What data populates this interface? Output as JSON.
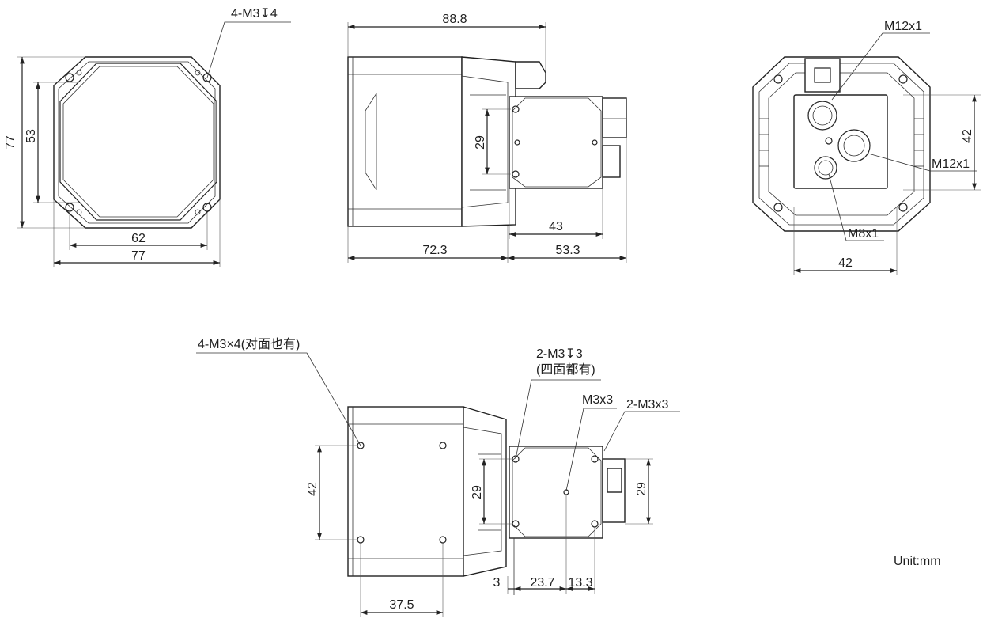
{
  "dimensions": {
    "front_overall_height": "77",
    "front_window_height": "53",
    "front_hole_spacing": "62",
    "front_overall_width": "77",
    "front_holes": "4-M3↧4",
    "side_overall_length": "88.8",
    "side_connector_spacing": "29",
    "side_block_length": "43",
    "side_body_length": "72.3",
    "side_rear_length": "53.3",
    "rear_hole_spacing_vertical": "42",
    "rear_hole_spacing_horizontal": "42",
    "bottom_hole_spacing_vertical": "42",
    "bottom_hole_spacing_horizontal": "37.5",
    "bottom_block_spacing": "29",
    "bottom_connector_spacing": "29",
    "bottom_offset_3": "3",
    "bottom_offset_23_7": "23.7",
    "bottom_offset_13_3": "13.3"
  },
  "callouts": {
    "rear_top_connector": "M12x1",
    "rear_right_connector": "M12x1",
    "rear_bottom_connector": "M8x1",
    "bottom_body_holes": "4-M3×4(对面也有)",
    "bottom_block_holes_line1": "2-M3↧3",
    "bottom_block_holes_line2": "(四面都有)",
    "bottom_center_hole": "M3x3",
    "bottom_right_holes": "2-M3x3"
  },
  "units": "Unit:mm"
}
